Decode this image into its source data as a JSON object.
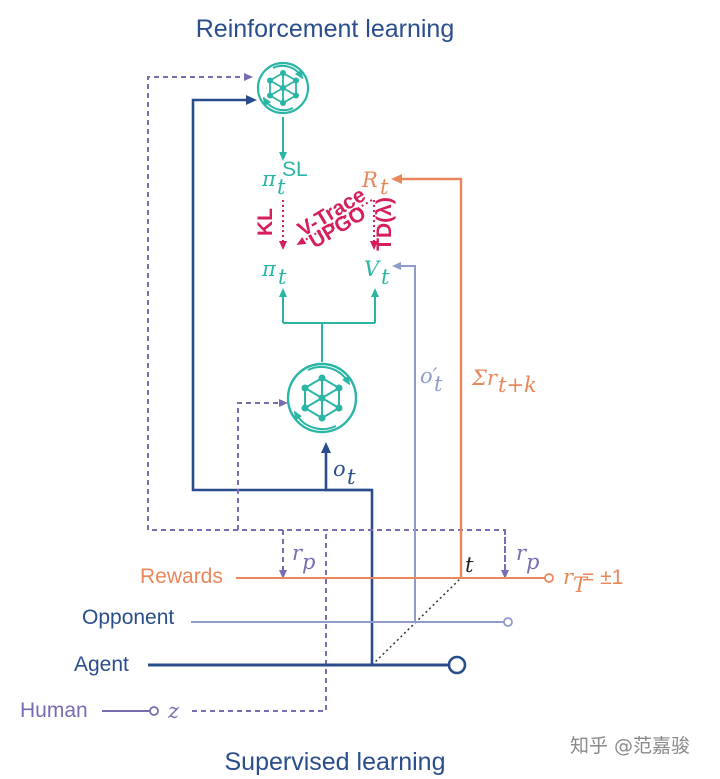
{
  "titles": {
    "top": "Reinforcement learning",
    "bottom": "Supervised learning"
  },
  "policy": {
    "pi_sl": "π",
    "pi_sl_sub": "t",
    "pi_sl_sup": "SL",
    "pi": "π",
    "pi_sub": "t"
  },
  "value": {
    "R": "R",
    "R_sub": "t",
    "V": "V",
    "V_sub": "t"
  },
  "losses": {
    "kl": "KL",
    "vtrace": "V-Trace",
    "upgo": "UPGO",
    "td": "TD(λ)"
  },
  "signals": {
    "o_t": "o",
    "o_t_sub": "t",
    "o_prime": "o′",
    "o_prime_sub": "t",
    "sum_r": "Σr",
    "sum_r_sub": "t+k",
    "rp": "r",
    "rp_sub": "p",
    "t": "t",
    "z": "z",
    "rT": "r",
    "rT_sub": "T",
    "rT_val": " = ±1"
  },
  "timelines": {
    "rewards": "Rewards",
    "opponent": "Opponent",
    "agent": "Agent",
    "human": "Human"
  },
  "watermark": "知乎 @范嘉骏",
  "colors": {
    "teal": "#2bb5a5",
    "navy": "#2a4e8c",
    "purple": "#7b6bb0",
    "orange": "#e9875a",
    "magenta": "#d61f5a",
    "lavender": "#8e9bcb"
  }
}
